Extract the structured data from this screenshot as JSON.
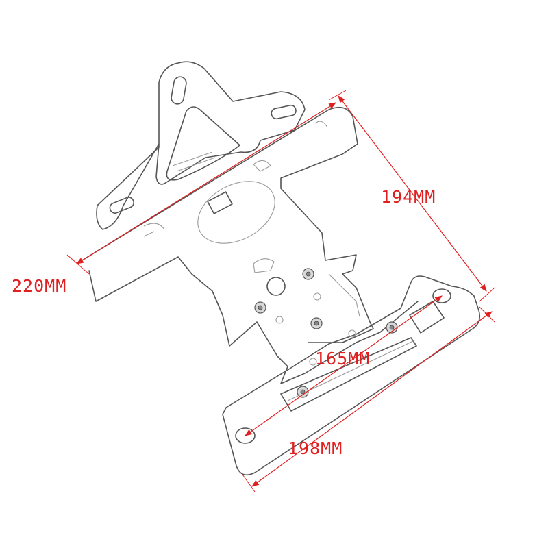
{
  "dimensions": {
    "width_top": "220MM",
    "height_side": "194MM",
    "bolt_spacing": "165MM",
    "width_bottom": "198MM"
  },
  "colors": {
    "dimension": "#e02020",
    "outline": "#555555"
  }
}
